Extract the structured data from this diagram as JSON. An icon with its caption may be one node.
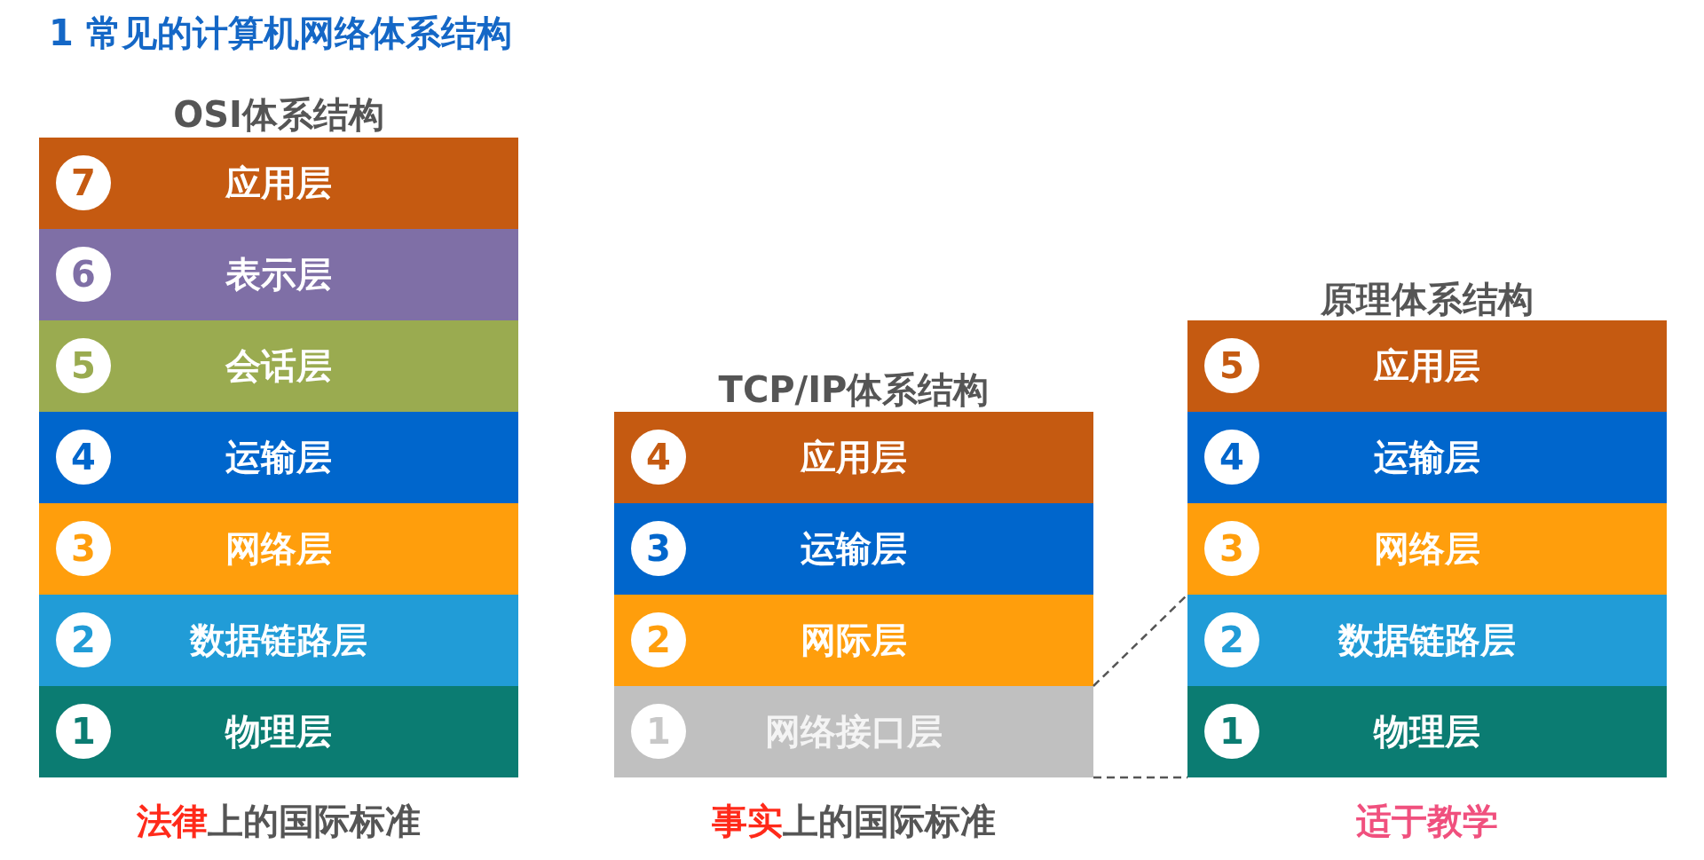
{
  "diagram": {
    "title": "1 常见的计算机网络体系结构",
    "nodes": [
      {
        "text": [
          "应用层"
        ]
      },
      {
        "text": [
          "7"
        ],
        "in": 0
      },
      {
        "text": [
          "表示层"
        ]
      },
      {
        "text": [
          "6"
        ],
        "in": 2
      },
      {
        "text": [
          "会话层"
        ]
      },
      {
        "text": [
          "5"
        ],
        "in": 4
      },
      {
        "text": [
          "运输层"
        ]
      },
      {
        "text": [
          "4"
        ],
        "in": 6
      },
      {
        "text": [
          "网络层"
        ]
      },
      {
        "text": [
          "3"
        ],
        "in": 8
      },
      {
        "text": [
          "数据链路层"
        ]
      },
      {
        "text": [
          "2"
        ],
        "in": 10
      },
      {
        "text": [
          "物理层"
        ]
      },
      {
        "text": [
          "1"
        ],
        "in": 12
      },
      {
        "text": [
          "应用层"
        ]
      },
      {
        "text": [
          "4"
        ],
        "in": 14
      },
      {
        "text": [
          "运输层"
        ]
      },
      {
        "text": [
          "3"
        ],
        "in": 16
      },
      {
        "text": [
          "网际层"
        ]
      },
      {
        "text": [
          "2"
        ],
        "in": 18
      },
      {
        "text": [
          "网络接口层"
        ]
      },
      {
        "text": [
          "1"
        ],
        "in": 20
      },
      {
        "text": [
          "应用层"
        ]
      },
      {
        "text": [
          "5"
        ],
        "in": 22
      },
      {
        "text": [
          "运输层"
        ]
      },
      {
        "text": [
          "4"
        ],
        "in": 24
      },
      {
        "text": [
          "网络层"
        ]
      },
      {
        "text": [
          "3"
        ],
        "in": 26
      },
      {
        "text": [
          "数据链路层"
        ]
      },
      {
        "text": [
          "2"
        ],
        "in": 28
      },
      {
        "text": [
          "物理层"
        ]
      },
      {
        "text": [
          "1"
        ],
        "in": 30
      }
    ],
    "edges": [
      {
        "from": 20,
        "to": 28,
        "arrow": "none",
        "style": "dashed"
      },
      {
        "from": 20,
        "to": 30,
        "arrow": "none",
        "style": "dashed"
      }
    ],
    "labels": [
      "OSI体系结构",
      "**法律**上的国际标准",
      "TCP/IP体系结构",
      "**事实**上的国际标准",
      "原理体系结构",
      "适于教学"
    ]
  }
}
